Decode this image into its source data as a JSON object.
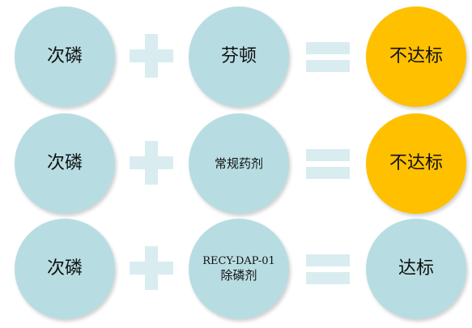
{
  "rows": [
    {
      "left": "次磷",
      "right": "芬顿",
      "result": "不达标"
    },
    {
      "left": "次磷",
      "right": "常规药剂",
      "result": "不达标"
    },
    {
      "left": "次磷",
      "right_line1": "RECY-DAP-01",
      "right_line2": "除磷剂",
      "result": "达标"
    }
  ],
  "colors": {
    "input_circle": "#b7dde2",
    "fail_result": "#ffc000",
    "pass_result": "#b7dde2",
    "operator": "#d9edf0"
  }
}
